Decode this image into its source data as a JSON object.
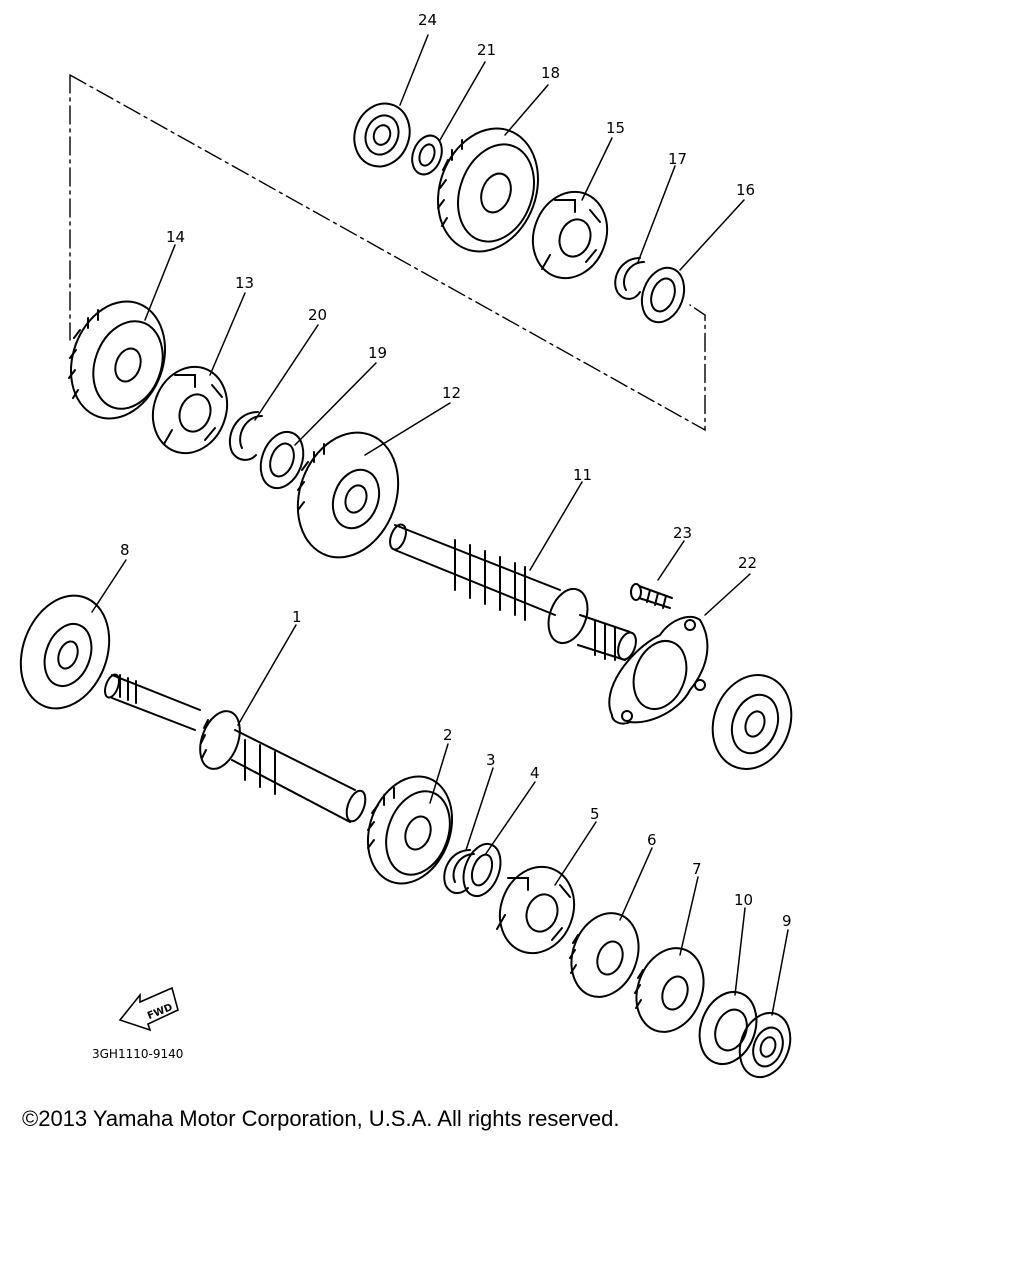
{
  "diagram": {
    "part_labels": {
      "p1": "1",
      "p2": "2",
      "p3": "3",
      "p4": "4",
      "p5": "5",
      "p6": "6",
      "p7": "7",
      "p8": "8",
      "p9": "9",
      "p10": "10",
      "p11": "11",
      "p12": "12",
      "p13": "13",
      "p14": "14",
      "p15": "15",
      "p16": "16",
      "p17": "17",
      "p18": "18",
      "p19": "19",
      "p20": "20",
      "p21": "21",
      "p22": "22",
      "p23": "23",
      "p24": "24"
    },
    "fwd_label": "FWD",
    "drawing_code": "3GH1110-9140"
  },
  "footer": {
    "copyright": "©2013 Yamaha Motor Corporation, U.S.A. All rights reserved."
  }
}
